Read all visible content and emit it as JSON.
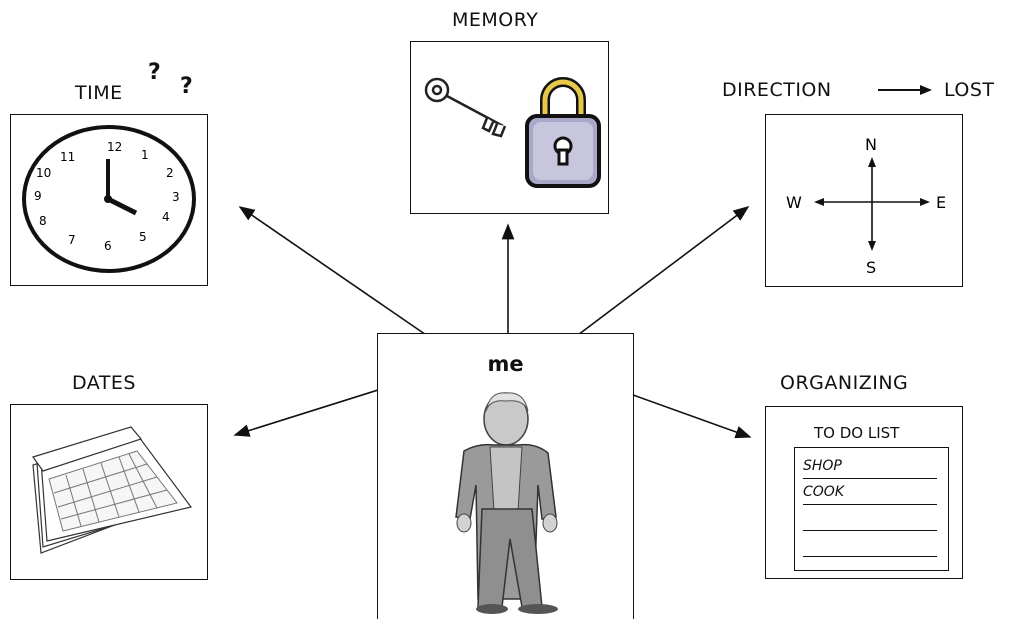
{
  "center": {
    "label": "me"
  },
  "time": {
    "label": "TIME",
    "marks": [
      "?",
      "?"
    ],
    "clock_numbers": [
      "12",
      "1",
      "2",
      "3",
      "4",
      "5",
      "6",
      "7",
      "8",
      "9",
      "10",
      "11"
    ]
  },
  "memory": {
    "label": "MEMORY"
  },
  "direction": {
    "label": "DIRECTION",
    "outcome": "LOST",
    "compass": {
      "n": "N",
      "s": "S",
      "e": "E",
      "w": "W"
    }
  },
  "dates": {
    "label": "DATES"
  },
  "organizing": {
    "label": "ORGANIZING",
    "list_title": "TO DO LIST",
    "items": [
      "SHOP",
      "COOK",
      "",
      ""
    ]
  }
}
